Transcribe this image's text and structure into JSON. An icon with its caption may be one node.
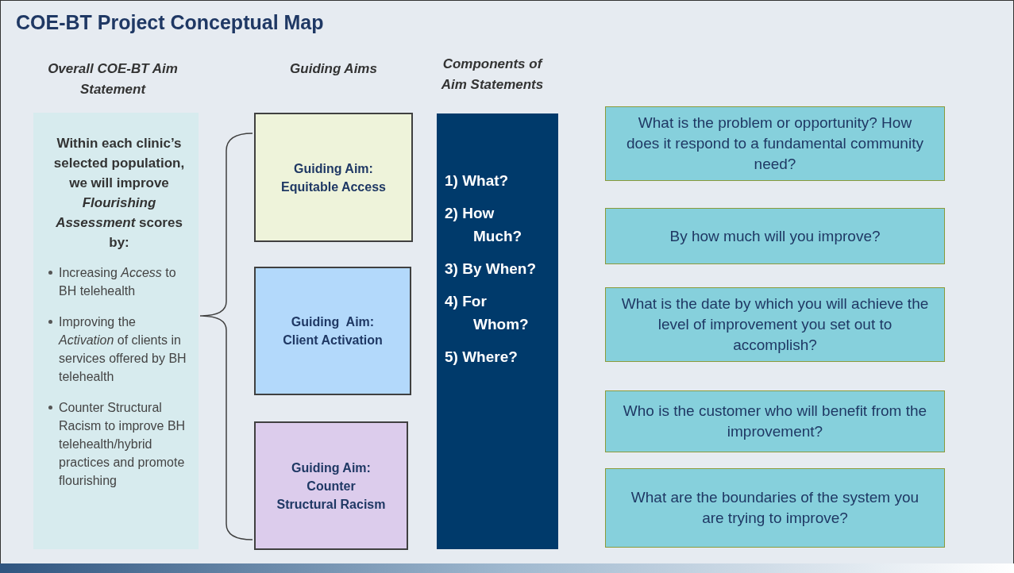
{
  "diagram": {
    "title": "COE-BT Project Conceptual Map",
    "nodes": [
      {
        "text": [
          "Within each clinic’s selected population, we will improve *Flourishing Assessment* scores by:",
          "Increasing *Access* to BH telehealth",
          "Improving the *Activation* of clients in services offered by BH telehealth",
          "Counter Structural Racism to improve BH telehealth/hybrid practices and promote flourishing"
        ]
      },
      {
        "text": [
          "Guiding Aim: Equitable Access"
        ]
      },
      {
        "text": [
          "Guiding  Aim: Client Activation"
        ]
      },
      {
        "text": [
          "Guiding Aim: Counter Structural Racism"
        ]
      },
      {
        "text": [
          "1) What?",
          "2) How Much?",
          "3) By When?",
          "4) For Whom?",
          "5) Where?"
        ]
      },
      {
        "text": [
          "What is the problem or opportunity? How does it respond to a fundamental community need?"
        ]
      },
      {
        "text": [
          "By how much will you improve?"
        ]
      },
      {
        "text": [
          "What is the date by which you will achieve the level of improvement you set out to accomplish?"
        ]
      },
      {
        "text": [
          "Who is the customer who will benefit from the improvement?"
        ]
      },
      {
        "text": [
          "What are the boundaries of the system you are trying to improve?"
        ]
      }
    ],
    "labels": [
      "Overall COE-BT Aim Statement",
      "Guiding Aims",
      "Components of Aim Statements"
    ]
  }
}
